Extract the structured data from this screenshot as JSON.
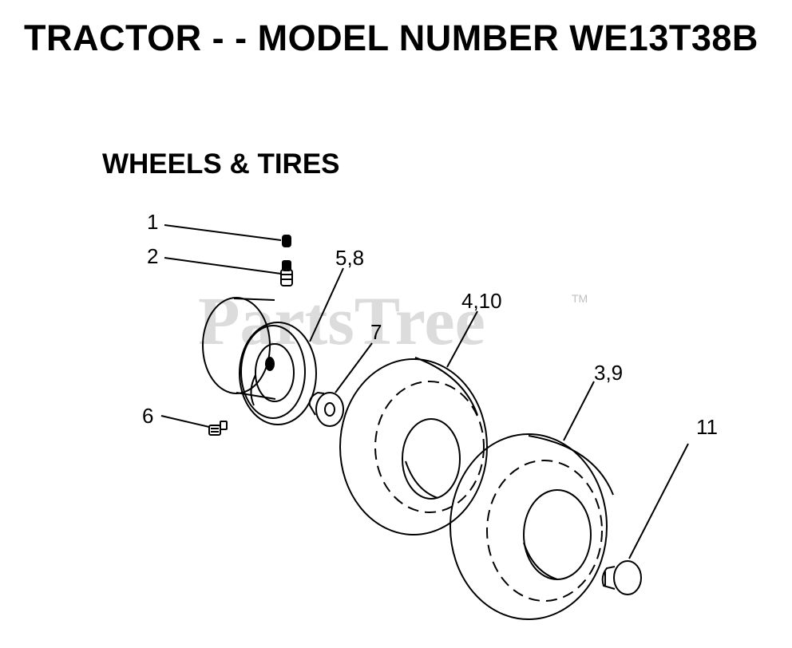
{
  "title": "TRACTOR - - MODEL NUMBER WE13T38B",
  "subtitle": "WHEELS & TIRES",
  "watermark": "PartsTree",
  "watermark_tm": "TM",
  "callouts": [
    {
      "id": "c1",
      "label": "1",
      "part": "valve-cap"
    },
    {
      "id": "c2",
      "label": "2",
      "part": "valve-stem"
    },
    {
      "id": "c58",
      "label": "5,8",
      "part": "wheel-rim"
    },
    {
      "id": "c410",
      "label": "4,10",
      "part": "front-tire"
    },
    {
      "id": "c7",
      "label": "7",
      "part": "bushing"
    },
    {
      "id": "c6",
      "label": "6",
      "part": "grease-fitting"
    },
    {
      "id": "c39",
      "label": "3,9",
      "part": "rear-tire"
    },
    {
      "id": "c11",
      "label": "11",
      "part": "hub-cap"
    }
  ]
}
